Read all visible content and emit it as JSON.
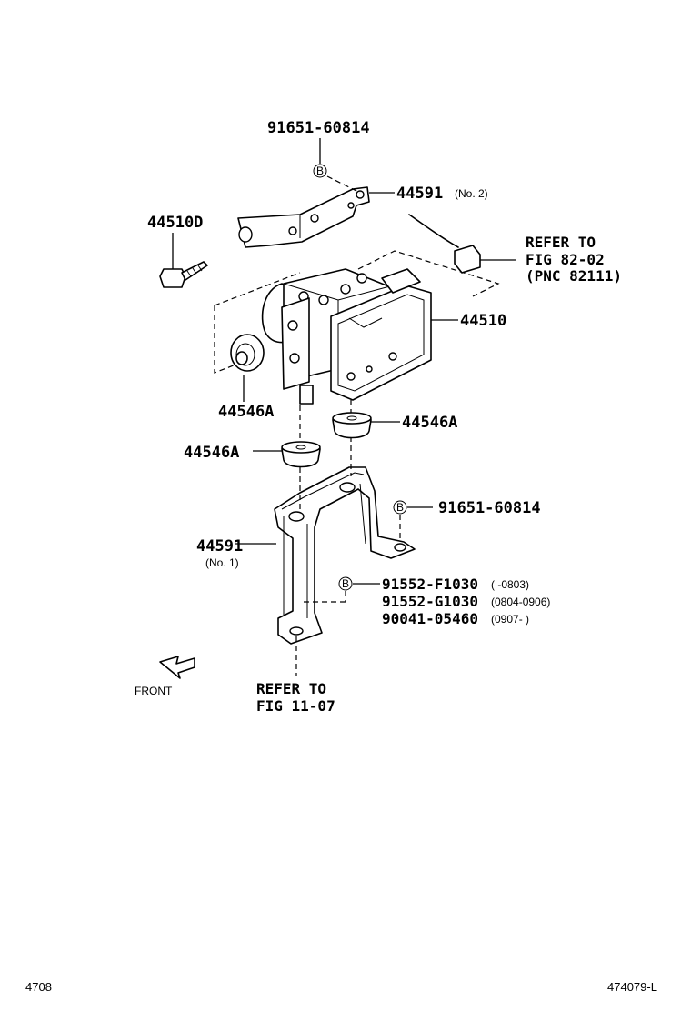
{
  "labels": {
    "bolt_top": "91651-60814",
    "bracket_no2_part": "44591",
    "bracket_no2_note": "(No. 2)",
    "bolt_left": "44510D",
    "refer_fig82_line1": "REFER TO",
    "refer_fig82_line2": "FIG 82-02",
    "refer_fig82_line3": "(PNC 82111)",
    "actuator": "44510",
    "cushion_left": "44546A",
    "cushion_right": "44546A",
    "cushion_lower": "44546A",
    "bolt_right": "91651-60814",
    "bracket_no1_part": "44591",
    "bracket_no1_note": "(No. 1)",
    "part_a": "91552-F1030",
    "part_a_range": "(      -0803)",
    "part_b": "91552-G1030",
    "part_b_range": "(0804-0906)",
    "part_c": "90041-05460",
    "part_c_range": "(0907-      )",
    "refer_fig11_line1": "REFER TO",
    "refer_fig11_line2": "FIG 11-07",
    "front": "FRONT",
    "marker_b": "B"
  },
  "footer": {
    "left": "4708",
    "right": "474079-L"
  },
  "icons": {
    "front_arrow": "front-arrow-icon",
    "marker": "b-marker-icon"
  }
}
